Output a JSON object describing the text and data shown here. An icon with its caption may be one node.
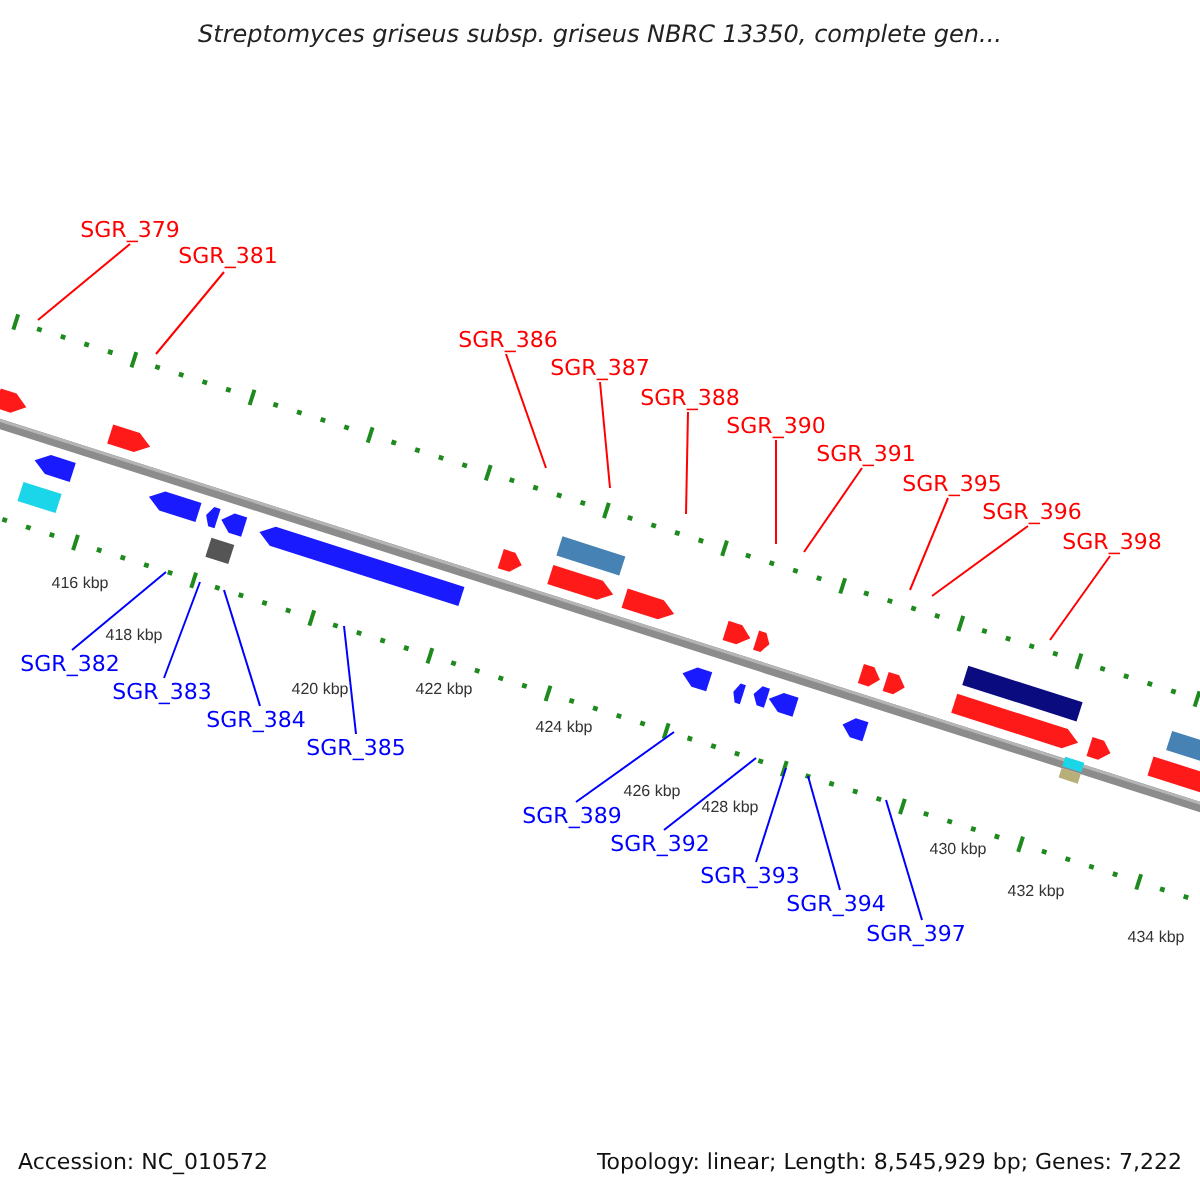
{
  "diagram": {
    "title": "Streptomyces griseus subsp. griseus NBRC 13350, complete gen...",
    "nodes": [
      {
        "text": [
          "SGR_379"
        ]
      },
      {
        "text": [
          "SGR_381"
        ]
      },
      {
        "text": [
          "SGR_386"
        ]
      },
      {
        "text": [
          "SGR_387"
        ]
      },
      {
        "text": [
          "SGR_388"
        ]
      },
      {
        "text": [
          "SGR_390"
        ]
      },
      {
        "text": [
          "SGR_391"
        ]
      },
      {
        "text": [
          "SGR_395"
        ]
      },
      {
        "text": [
          "SGR_396"
        ]
      },
      {
        "text": [
          "SGR_398"
        ]
      },
      {
        "text": [
          "SGR_382"
        ]
      },
      {
        "text": [
          "SGR_383"
        ]
      },
      {
        "text": [
          "SGR_384"
        ]
      },
      {
        "text": [
          "SGR_385"
        ]
      },
      {
        "text": [
          "SGR_389"
        ]
      },
      {
        "text": [
          "SGR_392"
        ]
      },
      {
        "text": [
          "SGR_393"
        ]
      },
      {
        "text": [
          "SGR_394"
        ]
      },
      {
        "text": [
          "SGR_397"
        ]
      }
    ],
    "edges": [
      {
        "from": 0,
        "to": null,
        "arrow": "none"
      },
      {
        "from": 1,
        "to": null,
        "arrow": "none"
      },
      {
        "from": 2,
        "to": null,
        "arrow": "none"
      },
      {
        "from": 3,
        "to": null,
        "arrow": "none"
      },
      {
        "from": 4,
        "to": null,
        "arrow": "none"
      },
      {
        "from": 5,
        "to": null,
        "arrow": "none"
      },
      {
        "from": 6,
        "to": null,
        "arrow": "none"
      },
      {
        "from": 7,
        "to": null,
        "arrow": "none"
      },
      {
        "from": 8,
        "to": null,
        "arrow": "none"
      },
      {
        "from": 9,
        "to": null,
        "arrow": "none"
      },
      {
        "from": 10,
        "to": null,
        "arrow": "none",
        "color": "#0000ff"
      },
      {
        "from": 11,
        "to": null,
        "arrow": "none",
        "color": "#0000ff"
      },
      {
        "from": 12,
        "to": null,
        "arrow": "none",
        "color": "#0000ff"
      },
      {
        "from": 13,
        "to": null,
        "arrow": "none",
        "color": "#0000ff"
      },
      {
        "from": 14,
        "to": null,
        "arrow": "none",
        "color": "#0000ff"
      },
      {
        "from": 15,
        "to": null,
        "arrow": "none",
        "color": "#0000ff"
      },
      {
        "from": 16,
        "to": null,
        "arrow": "none",
        "color": "#0000ff"
      },
      {
        "from": 17,
        "to": null,
        "arrow": "none",
        "color": "#0000ff"
      },
      {
        "from": 18,
        "to": null,
        "arrow": "none",
        "color": "#0000ff"
      }
    ],
    "labels": [
      "416 kbp",
      "418 kbp",
      "420 kbp",
      "422 kbp",
      "424 kbp",
      "426 kbp",
      "428 kbp",
      "430 kbp",
      "432 kbp",
      "434 kbp",
      "Accession: NC_010572",
      "Topology: linear; Length: 8,545,929 bp; Genes: 7,222"
    ]
  }
}
